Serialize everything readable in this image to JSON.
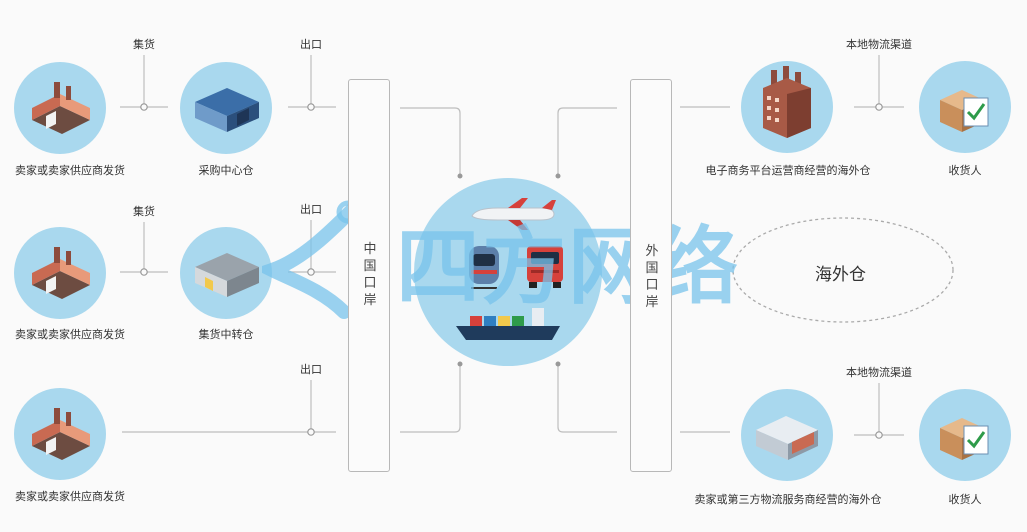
{
  "labels": {
    "seller_1": "卖家或卖家供应商发货",
    "seller_2": "卖家或卖家供应商发货",
    "seller_3": "卖家或卖家供应商发货",
    "hub_1": "采购中心仓",
    "hub_2": "集货中转仓",
    "consolidate_1": "集货",
    "consolidate_2": "集货",
    "export_1": "出口",
    "export_2": "出口",
    "export_3": "出口",
    "china_port": "中国口岸",
    "foreign_port": "外国口岸",
    "overseas_wh_1": "电子商务平台运营商经营的海外仓",
    "overseas_wh_2": "卖家或第三方物流服务商经营的海外仓",
    "local_channel_1": "本地物流渠道",
    "local_channel_2": "本地物流渠道",
    "receiver_1": "收货人",
    "receiver_2": "收货人",
    "overseas_warehouse": "海外仓"
  },
  "watermark": "四方网络",
  "colors": {
    "circle": "#a9d8ee",
    "line": "#bdbdbd",
    "watermark": "#78c3eb"
  },
  "icons": [
    "factory-icon",
    "warehouse-icon",
    "airplane-icon",
    "train-icon",
    "truck-icon",
    "ship-icon",
    "office-building-icon",
    "package-check-icon",
    "logo-icon"
  ]
}
